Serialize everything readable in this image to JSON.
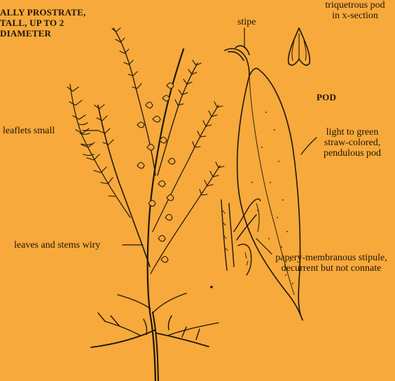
{
  "header_note": {
    "line1": "ALLY PROSTRATE,",
    "line2": "TALL, UP TO 2",
    "line3": "DIAMETER"
  },
  "labels": {
    "stipe": "stipe",
    "xsection_line1": "triquetrous pod",
    "xsection_line2": "in x-section",
    "pod": "POD",
    "pod_desc_line1": "light to green",
    "pod_desc_line2": "straw-colored,",
    "pod_desc_line3": "pendulous pod",
    "leaflets": "leaflets small",
    "stems": "leaves and stems wiry",
    "stipule_line1": "papery-membranous stipule,",
    "stipule_line2": "decurrent but not connate"
  },
  "colors": {
    "background": "#F7A93B",
    "ink": "#1f1608"
  }
}
